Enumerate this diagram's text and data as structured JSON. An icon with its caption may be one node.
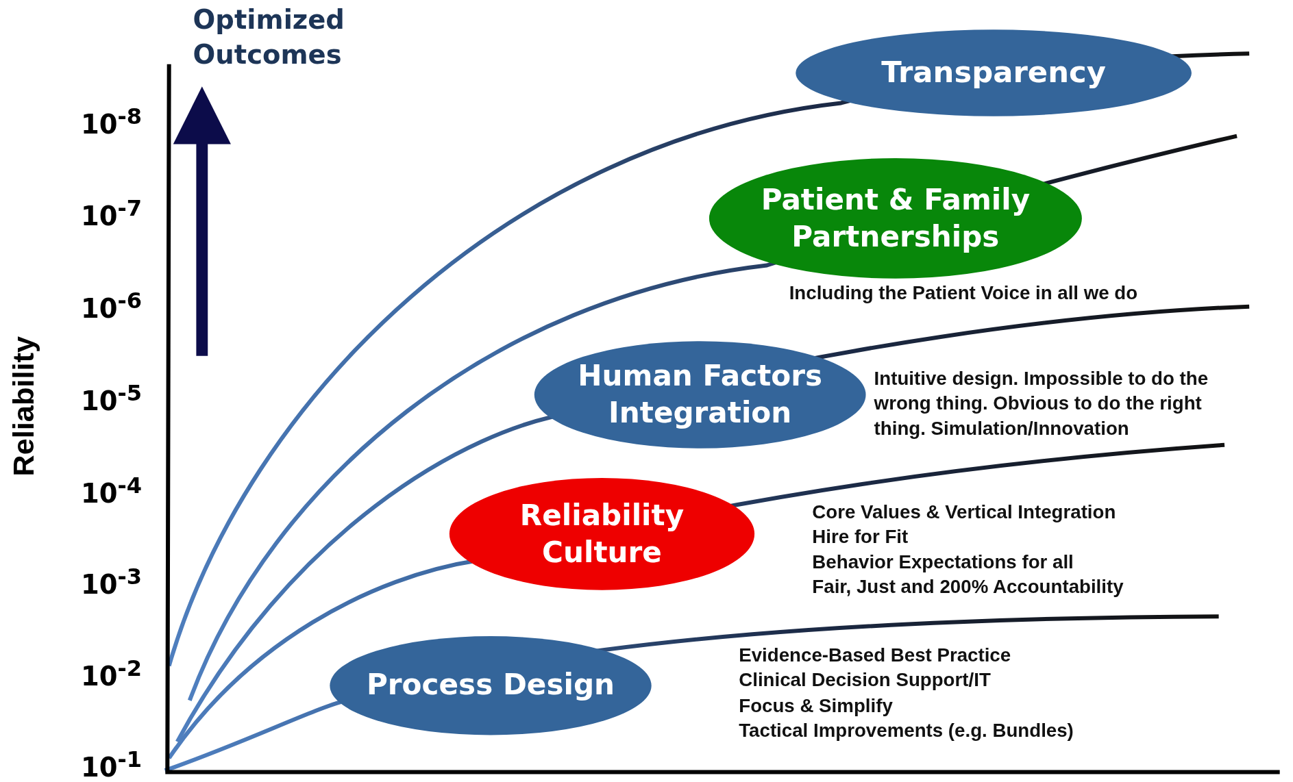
{
  "diagram": {
    "nodes": [
      {
        "text": [
          "Transparency"
        ]
      },
      {
        "text": [
          "Patient & Family Partnerships"
        ],
        "beside": [
          "Including the Patient Voice in all we do"
        ]
      },
      {
        "text": [
          "Human Factors Integration"
        ],
        "beside": [
          "Intuitive design. Impossible to do the wrong thing. Obvious to do the right thing. Simulation/Innovation"
        ]
      },
      {
        "text": [
          "Reliability Culture"
        ],
        "beside": [
          "Core Values & Vertical Integration",
          "Hire for Fit",
          "Behavior Expectations for all",
          "Fair, Just and 200% Accountability"
        ]
      },
      {
        "text": [
          "Process Design"
        ],
        "beside": [
          "Evidence-Based Best Practice",
          "Clinical Decision Support/IT",
          "Focus & Simplify",
          "Tactical Improvements (e.g. Bundles)"
        ]
      }
    ],
    "edges": [],
    "labels": [
      "Optimized Outcomes",
      "10$^{-8}$",
      "10$^{-7}$",
      "10$^{-6}$",
      "10$^{-5}$",
      "Reliability",
      "10$^{-4}$",
      "10$^{-3}$",
      "10$^{-2}$",
      "10$^{-1}$"
    ]
  }
}
